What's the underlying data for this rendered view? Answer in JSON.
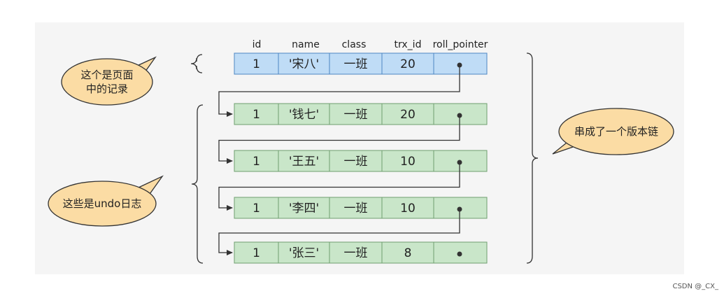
{
  "colors": {
    "canvas_bg": "#f5f5f5",
    "page_row_fill": "#bfdcf6",
    "page_row_stroke": "#4e86c2",
    "undo_row_fill": "#c9e6c9",
    "undo_row_stroke": "#6f9f6f",
    "bubble_fill": "#fbdca4",
    "bubble_stroke": "#333333",
    "line": "#333333"
  },
  "table": {
    "headers": [
      "id",
      "name",
      "class",
      "trx_id",
      "roll_pointer"
    ],
    "rows": [
      {
        "kind": "page",
        "id": "1",
        "name": "'宋八'",
        "class": "一班",
        "trx_id": "20"
      },
      {
        "kind": "undo",
        "id": "1",
        "name": "'钱七'",
        "class": "一班",
        "trx_id": "20"
      },
      {
        "kind": "undo",
        "id": "1",
        "name": "'王五'",
        "class": "一班",
        "trx_id": "10"
      },
      {
        "kind": "undo",
        "id": "1",
        "name": "'李四'",
        "class": "一班",
        "trx_id": "10"
      },
      {
        "kind": "undo",
        "id": "1",
        "name": "'张三'",
        "class": "一班",
        "trx_id": "8"
      }
    ]
  },
  "bubbles": {
    "page_record": [
      "这个是页面",
      "中的记录"
    ],
    "undo_logs": [
      "这些是undo日志"
    ],
    "version_chain": [
      "串成了一个版本链"
    ]
  },
  "watermark": "CSDN @_CX_"
}
